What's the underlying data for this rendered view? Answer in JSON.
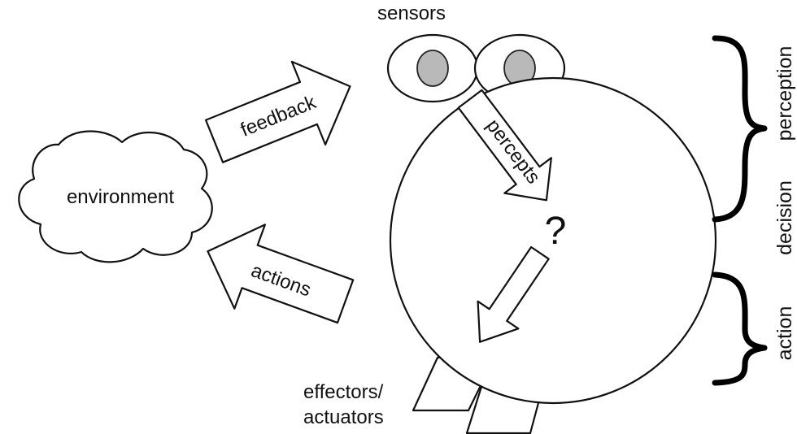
{
  "labels": {
    "sensors": "sensors",
    "feedback": "feedback",
    "environment": "environment",
    "actions": "actions",
    "percepts": "percepts",
    "question": "?",
    "effectors_line1": "effectors/",
    "effectors_line2": "actuators"
  },
  "stages": [
    "perception",
    "decision",
    "action"
  ],
  "colors": {
    "outline": "#111111",
    "fill": "#ffffff",
    "pupil": "#b9b9b9"
  }
}
